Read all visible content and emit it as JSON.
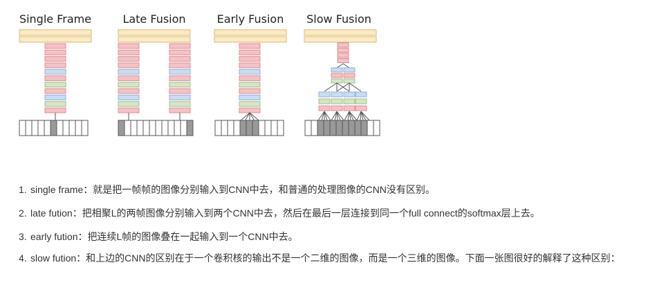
{
  "diagram": {
    "panels": [
      {
        "key": "single",
        "title": "Single Frame"
      },
      {
        "key": "late",
        "title": "Late Fusion"
      },
      {
        "key": "early",
        "title": "Early Fusion"
      },
      {
        "key": "slow",
        "title": "Slow Fusion"
      }
    ],
    "colors": {
      "top_layer_fill": "#fbebc3",
      "top_layer_stroke": "#d9b87a",
      "red_fill": "#f4c2c5",
      "red_stroke": "#e08c93",
      "blue_fill": "#c9dcf2",
      "blue_stroke": "#8fb2d9",
      "green_fill": "#d5e5c7",
      "green_stroke": "#9fc18c",
      "frame_stroke": "#555555",
      "frame_selected": "#999999",
      "line": "#555555"
    }
  },
  "notes": [
    {
      "num": "1.",
      "text": "single frame：就是把一帧帧的图像分别输入到CNN中去，和普通的处理图像的CNN没有区别。"
    },
    {
      "num": "2.",
      "text": "late fution：把相聚L的两帧图像分别输入到两个CNN中去，然后在最后一层连接到同一个full connect的softmax层上去。"
    },
    {
      "num": "3.",
      "text": "early fution：把连续L帧的图像叠在一起输入到一个CNN中去。"
    },
    {
      "num": "4.",
      "text": "slow fution：和上边的CNN的区别在于一个卷积核的输出不是一个二维的图像，而是一个三维的图像。下面一张图很好的解释了这种区别："
    }
  ]
}
